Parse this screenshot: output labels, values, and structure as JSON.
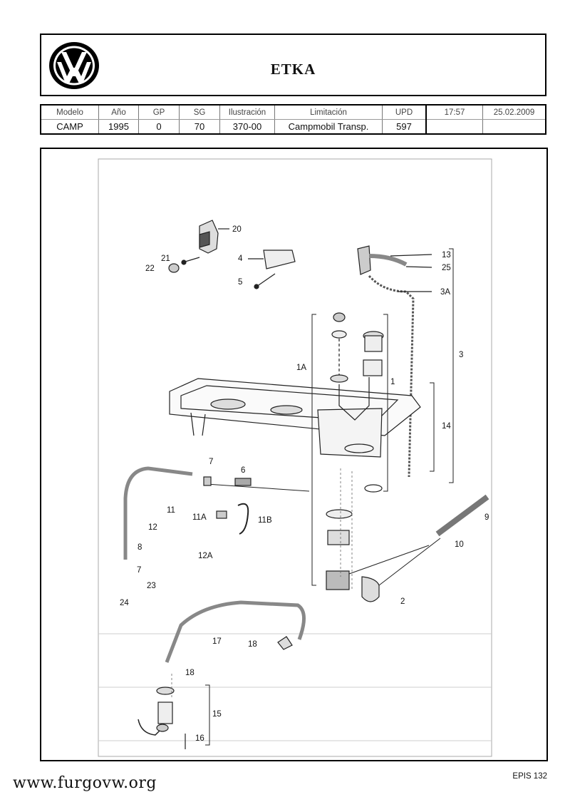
{
  "header": {
    "title": "ETKA",
    "logo": "vw-logo"
  },
  "meta": {
    "columns": [
      "Modelo",
      "Año",
      "GP",
      "SG",
      "Ilustración",
      "Limitación",
      "UPD"
    ],
    "values": [
      "CAMP",
      "1995",
      "0",
      "70",
      "370-00",
      "Campmobil Transp.",
      "597"
    ],
    "time": "17:57",
    "date": "25.02.2009"
  },
  "diagram": {
    "callouts": [
      "20",
      "21",
      "22",
      "4",
      "5",
      "13",
      "25",
      "3A",
      "3",
      "1A",
      "1",
      "14",
      "7",
      "6",
      "11",
      "12",
      "11A",
      "11B",
      "12A",
      "9",
      "10",
      "8",
      "7",
      "23",
      "24",
      "2",
      "17",
      "18",
      "18",
      "15",
      "16"
    ]
  },
  "footer": {
    "website": "www.furgovw.org",
    "page_code": "EPIS 132"
  }
}
